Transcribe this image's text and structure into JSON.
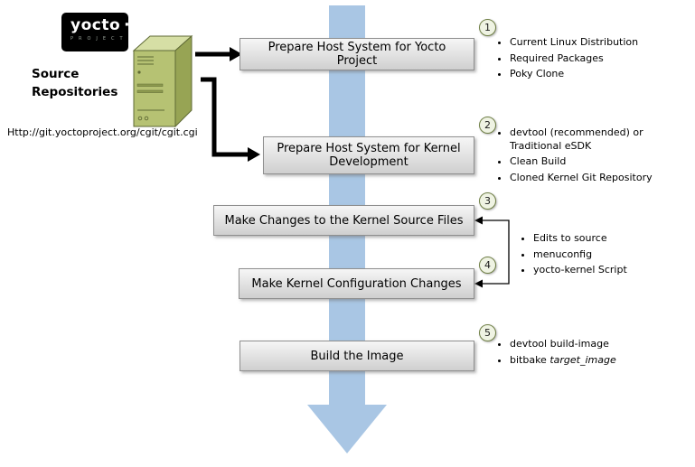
{
  "colors": {
    "flow_arrow": "#a9c6e4",
    "box_gradient_top": "#f6f6f6",
    "box_gradient_bottom": "#cfcfcf",
    "box_border": "#8f8f8f",
    "circle_border": "#6f7f45",
    "circle_fill": "#eff3e3",
    "server_front": "#b6c273",
    "server_top": "#d6dfa5",
    "server_side": "#97a454",
    "logo_background": "#000000",
    "connector_black": "#000000"
  },
  "icons": {
    "server": "server-icon",
    "flow": "flow-down-arrow-icon",
    "step_arrows": "black-arrow-icon"
  },
  "logo": {
    "brand": "yocto",
    "mark": "·",
    "subtitle": "P R O J E C T"
  },
  "source_repositories": {
    "title_line1": "Source",
    "title_line2": "Repositories",
    "url": "Http://git.yoctoproject.org/cgit/cgit.cgi"
  },
  "steps": [
    {
      "number": "1",
      "label": "Prepare Host System for Yocto Project",
      "bullets": [
        "Current Linux Distribution",
        "Required Packages",
        "Poky Clone"
      ]
    },
    {
      "number": "2",
      "label": "Prepare Host System for Kernel Development",
      "bullets": [
        "devtool (recommended) or Traditional eSDK",
        "Clean Build",
        "Cloned Kernel Git Repository"
      ]
    },
    {
      "number": "3",
      "label": "Make Changes to the Kernel Source Files"
    },
    {
      "number": "4",
      "label": "Make Kernel Configuration Changes"
    },
    {
      "number": "5",
      "label": "Build the Image",
      "bullets": [
        "devtool build-image"
      ],
      "bitbake_bullet": {
        "plain": "bitbake ",
        "italic": "target_image"
      }
    }
  ],
  "shared_bullets_steps_3_4": [
    "Edits to source",
    "menuconfig",
    "yocto-kernel Script"
  ]
}
